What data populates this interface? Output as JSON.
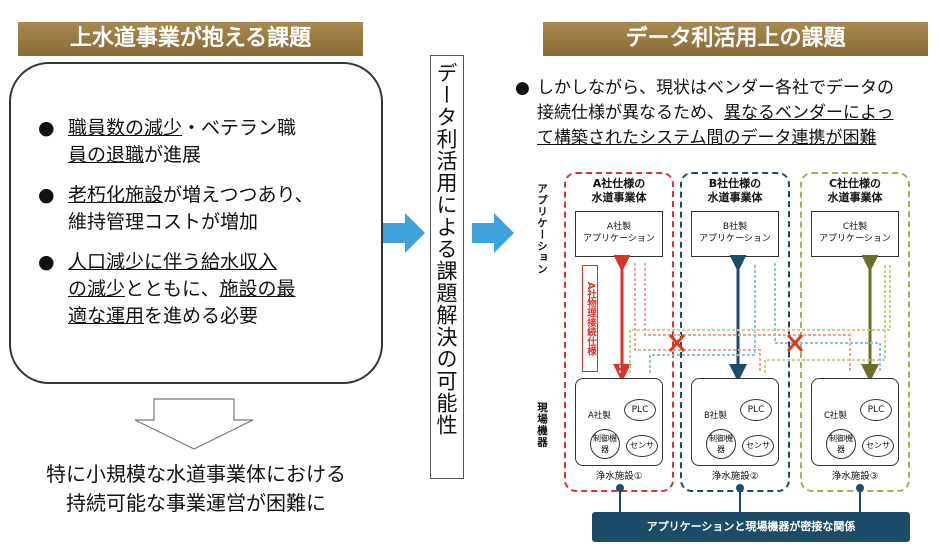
{
  "left": {
    "header": "上水道事業が抱える課題",
    "bullet_symbol": "●",
    "bullets": [
      {
        "u1": "職員数の減少",
        "t1": "・ベテラン職",
        "u2": "員の退職",
        "t2": "が進展"
      },
      {
        "u1": "老朽化施設",
        "t1": "が増えつつあり、",
        "t2": "維持管理コストが増加"
      },
      {
        "u1": "人口減少に伴う給水収入",
        "u2": "の減少",
        "t1": "とともに、",
        "u3": "施設の最",
        "u4": "適な運用",
        "t2": "を進める必要"
      }
    ],
    "conclusion_line1": "特に小規模な水道事業体における",
    "conclusion_line2": "持続可能な事業運営が困難に"
  },
  "middle": {
    "vertical_text": "データ利活用による課題解決の可能性"
  },
  "right": {
    "header": "データ利活用上の課題",
    "bullet_symbol": "●",
    "text_1": "しかしながら、現状はベンダー各社でデータの",
    "text_2a": "接続仕様が異なるため、",
    "text_2b": "異なるベンダーによっ",
    "text_3a": "て構築された",
    "text_3b": "システム間のデータ連携が困難",
    "label_app": "アプリケーション",
    "label_site": "現場機器",
    "columns": [
      {
        "title1": "A社仕様の",
        "title2": "水道事業体",
        "app1": "A社製",
        "app2": "アプリケーション",
        "maker": "A社製",
        "plc": "PLC",
        "ctrl": "制御機器",
        "sensor": "センサ",
        "plant": "浄水施設①",
        "color": "#d9342b"
      },
      {
        "title1": "B社仕様の",
        "title2": "水道事業体",
        "app1": "B社製",
        "app2": "アプリケーション",
        "maker": "B社製",
        "plc": "PLC",
        "ctrl": "制御機器",
        "sensor": "センサ",
        "plant": "浄水施設②",
        "color": "#1d4c68"
      },
      {
        "title1": "C社仕様の",
        "title2": "水道事業体",
        "app1": "C社製",
        "app2": "アプリケーション",
        "maker": "C社製",
        "plc": "PLC",
        "ctrl": "制御機器",
        "sensor": "センサ",
        "plant": "浄水施設③",
        "color": "#a8b04a"
      }
    ],
    "a_interface": "A社物理接続仕様",
    "bottom_bar": "アプリケーションと現場機器が密接な関係"
  }
}
